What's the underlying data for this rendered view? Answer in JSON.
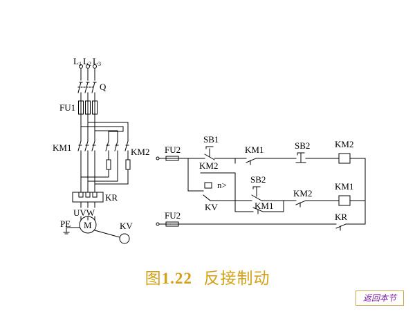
{
  "diagram": {
    "labels": {
      "l1": "L",
      "l1_sub": "1",
      "l2": "L",
      "l2_sub": "2",
      "l3": "L",
      "l3_sub": "3",
      "q": "Q",
      "fu1": "FU1",
      "km1_main": "KM1",
      "km2_main": "KM2",
      "kr_main": "KR",
      "uvw": "UVW",
      "pe": "PE",
      "motor": "M",
      "kv_main": "KV",
      "fu2_top": "FU2",
      "sb1": "SB1",
      "km1_r1": "KM1",
      "sb2_r1": "SB2",
      "km2_coil": "KM2",
      "km2_r2": "KM2",
      "n_symbol": "n>",
      "sb2_r2": "SB2",
      "kv_r2": "KV",
      "km1_r2": "KM1",
      "km2_r2b": "KM2",
      "km1_coil": "KM1",
      "fu2_bottom": "FU2",
      "kr_r3": "KR"
    }
  },
  "caption": {
    "prefix": "图",
    "number": "1.22",
    "title": "反接制动"
  },
  "nav": {
    "back_label": "返回本节"
  },
  "colors": {
    "caption": "#d4a017",
    "back_text": "#7b1fa2",
    "back_border": "#c9a64a"
  }
}
